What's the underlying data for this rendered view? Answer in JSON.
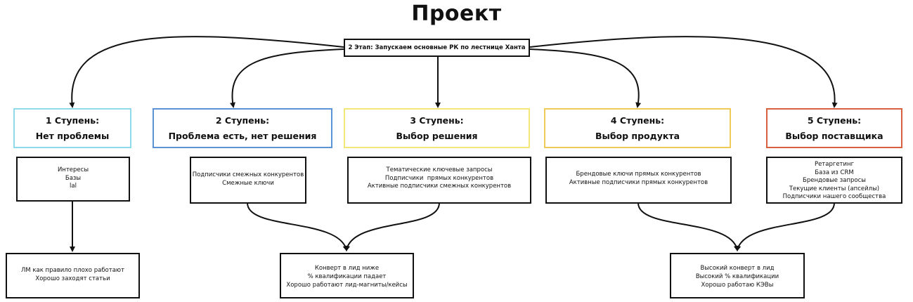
{
  "title": "Проект",
  "stage": "2 Этап: Запускаем основные РК по лестнице Ханта",
  "colors": {
    "step1": "#8fd9e8",
    "step2": "#5b93d6",
    "step3": "#f3e77a",
    "step4": "#efca58",
    "step5": "#d9603e",
    "line": "#111111"
  },
  "steps": [
    {
      "title": "1 Ступень:",
      "subtitle": "Нет проблемы"
    },
    {
      "title": "2 Ступень:",
      "subtitle": "Проблема есть, нет решения"
    },
    {
      "title": "3 Ступень:",
      "subtitle": "Выбор решения"
    },
    {
      "title": "4 Ступень:",
      "subtitle": "Выбор продукта"
    },
    {
      "title": "5 Ступень:",
      "subtitle": "Выбор поставщика"
    }
  ],
  "audiences": [
    {
      "lines": [
        "Интересы",
        "Базы",
        "lal"
      ]
    },
    {
      "lines": [
        "Подписчики смежных конкурентов",
        "Смежные ключи"
      ]
    },
    {
      "lines": [
        "Тематические ключевые запросы",
        "Подписчики  прямых конкурентов",
        "Активные подписчики смежных конкурентов"
      ]
    },
    {
      "lines": [
        "Брендовые ключи прямых конкурентов",
        "Активные подписчики прямых конкурентов"
      ]
    },
    {
      "lines": [
        "Ретаргетинг",
        "База из CRM",
        "Брендовые запросы",
        "Текущие клиенты (апсейлы)",
        "Подписчики нашего сообщества"
      ]
    }
  ],
  "results": [
    {
      "lines": [
        "ЛМ как правило плохо работают",
        "Хорошо заходят статьи"
      ]
    },
    {
      "lines": [
        "Конверт в лид ниже",
        "% квалификации падает",
        "Хорошо работают лид-магниты/кейсы"
      ]
    },
    {
      "lines": [
        "Высокий конверт в лид",
        "Высокий % квалификации",
        "Хорошо работаю КЭВы"
      ]
    }
  ]
}
